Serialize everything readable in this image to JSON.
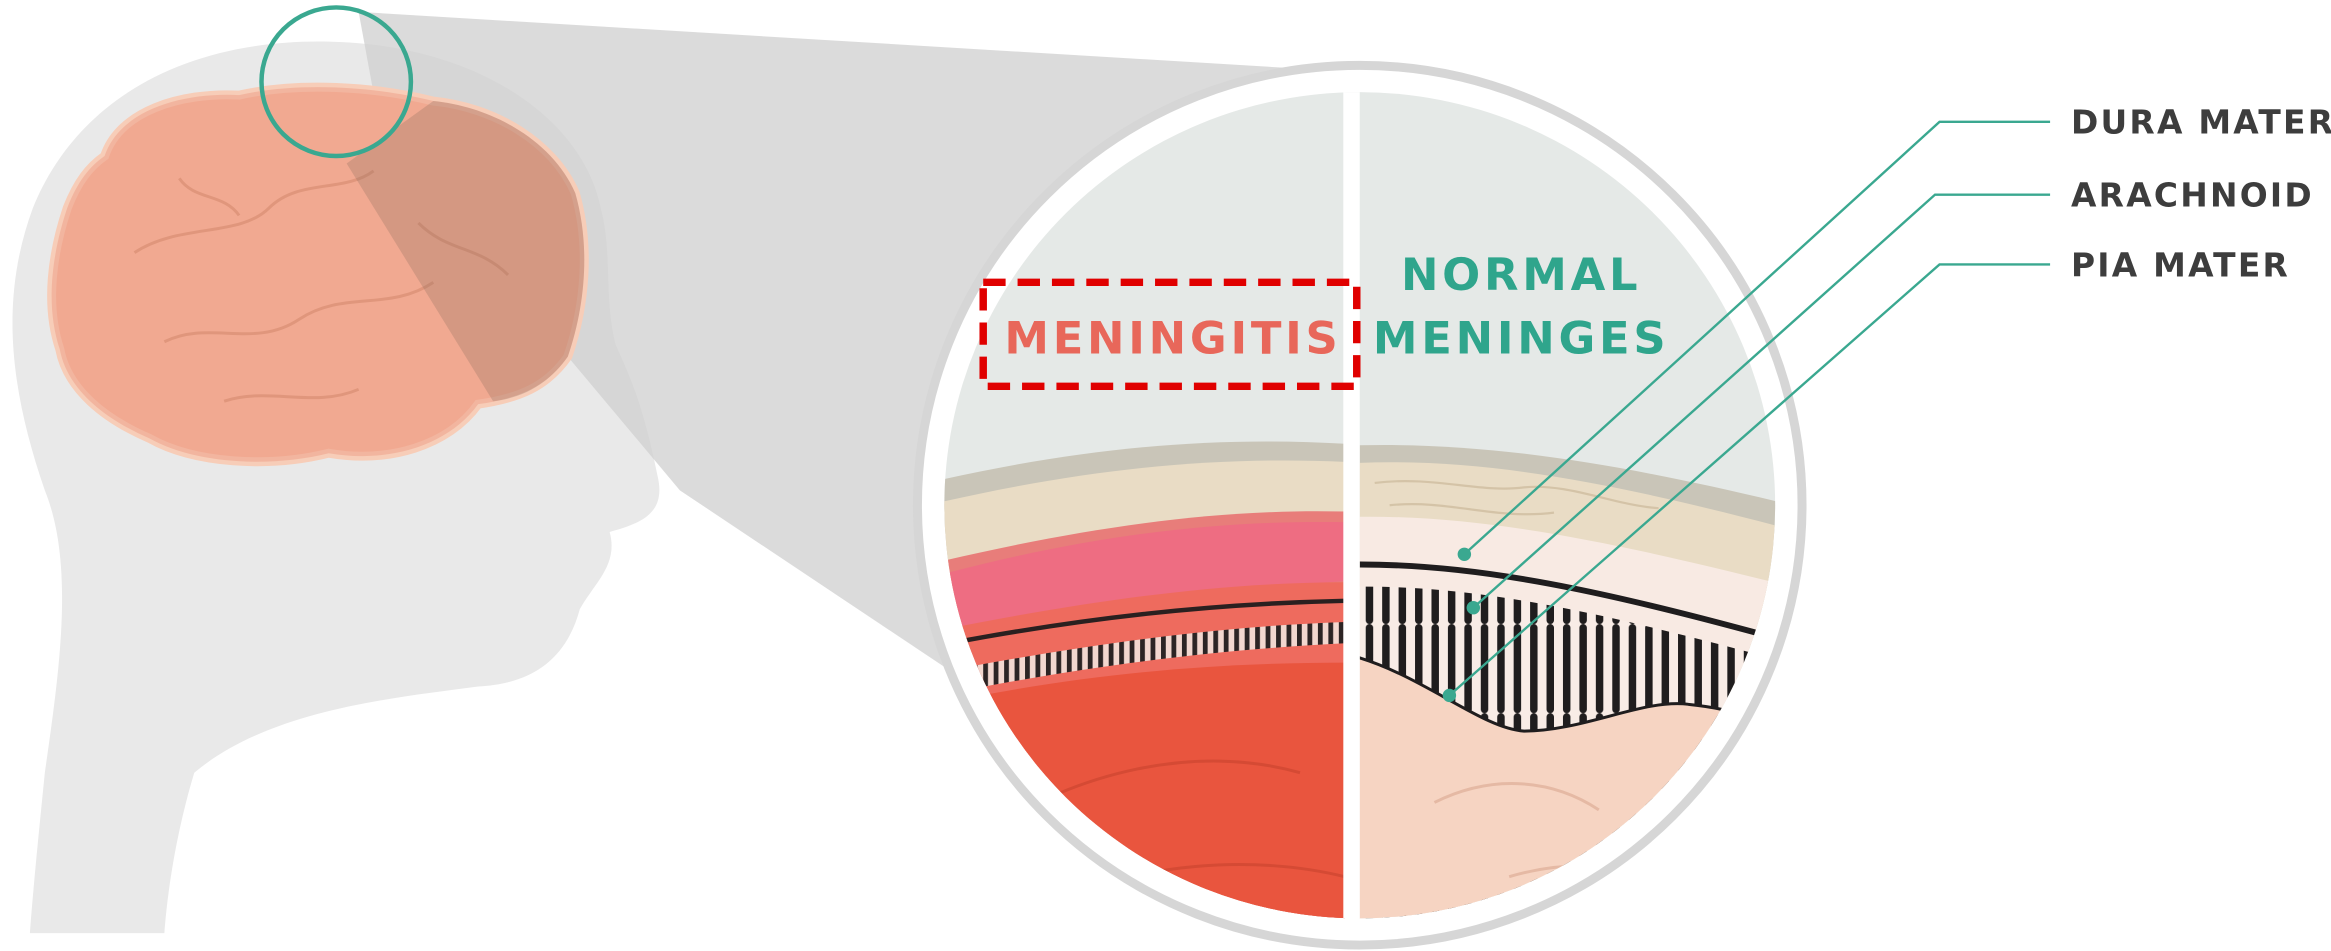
{
  "labels": {
    "meningitis": "MENINGITIS",
    "normal_line1": "NORMAL",
    "normal_line2": "MENINGES",
    "dura_mater": "DURA MATER",
    "arachnoid": "ARACHNOID",
    "pia_mater": "PIA MATER"
  },
  "colors": {
    "meningitis_text": "#e8675a",
    "normal_text": "#2fa58c",
    "callout_line": "#3aa890",
    "highlight_box": "#e00000",
    "layer_label_text": "#3d3d3d"
  },
  "icons": {
    "magnifier": "zoom-circle-icon",
    "head": "head-silhouette-icon",
    "brain": "brain-icon"
  }
}
